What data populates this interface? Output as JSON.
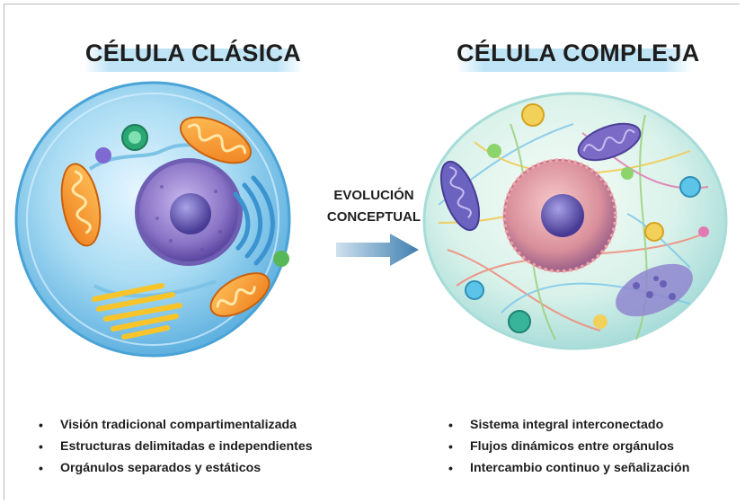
{
  "left_panel": {
    "title": "CÉLULA CLÁSICA",
    "bullets": [
      "Visión tradicional compartimentalizada",
      "Estructuras delimitadas e independientes",
      "Orgánulos separados y estáticos"
    ]
  },
  "arrow": {
    "line1": "EVOLUCIÓN",
    "line2": "CONCEPTUAL"
  },
  "right_panel": {
    "title": "CÉLULA COMPLEJA",
    "bullets": [
      "Sistema integral interconectado",
      "Flujos dinámicos entre orgánulos",
      "Intercambio continuo y señalización"
    ]
  },
  "colors": {
    "title_band": "#bfe4f6",
    "arrow": "#4a86b5",
    "cytoplasm": "#9fd3ef",
    "nucleus": "#8f7cc6",
    "mitochondria": "#f39a2b"
  }
}
